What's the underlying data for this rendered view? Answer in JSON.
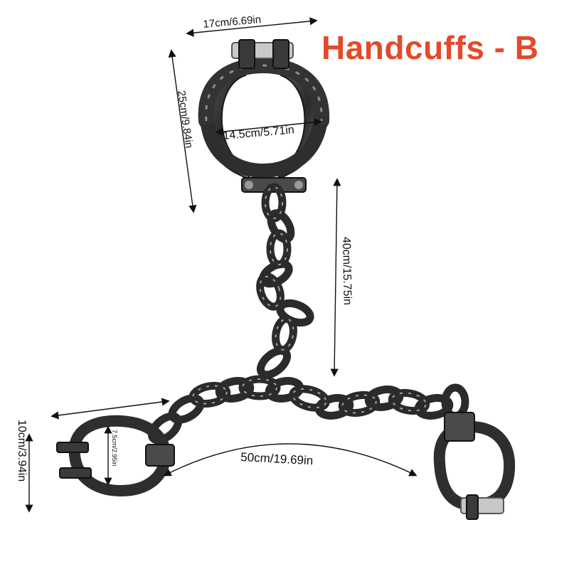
{
  "title": "Handcuffs - B",
  "dimensions": {
    "top_width": "17cm/6.69in",
    "top_height": "25cm/9.84in",
    "top_inner": "14.5cm/5.71in",
    "chain_length": "40cm/15.75in",
    "bottom_span": "50cm/19.69in",
    "small_width": "10cm/3.94in",
    "small_inner": "7.5cm/2.95in"
  },
  "colors": {
    "title": "#e34a2a",
    "metal_dark": "#2b2b2b",
    "metal_light": "#9a9a9a",
    "line": "#111111"
  }
}
